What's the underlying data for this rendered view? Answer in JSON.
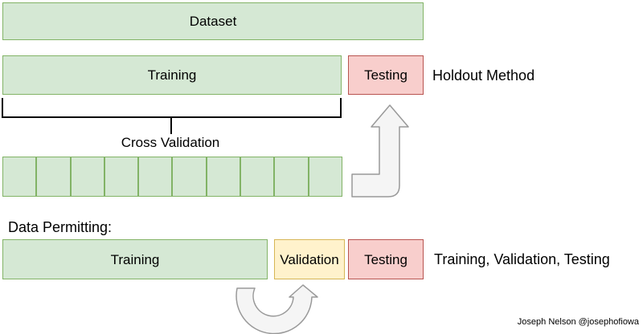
{
  "colors": {
    "green_fill": "#d5e8d4",
    "green_border": "#82b366",
    "pink_fill": "#f8cecc",
    "pink_border": "#b85450",
    "yellow_fill": "#fff2cc",
    "yellow_border": "#d6b656",
    "arrow_fill": "#f5f5f5",
    "arrow_stroke": "#999999",
    "bracket": "#000000"
  },
  "diagram": {
    "dataset": {
      "label": "Dataset"
    },
    "holdout": {
      "training_label": "Training",
      "testing_label": "Testing",
      "method_label": "Holdout Method"
    },
    "cross_validation": {
      "label": "Cross Validation",
      "folds": 10
    },
    "data_permitting": {
      "heading": "Data Permitting:",
      "training_label": "Training",
      "validation_label": "Validation",
      "testing_label": "Testing",
      "method_label": "Training, Validation, Testing"
    },
    "attribution": "Joseph Nelson @josephofiowa"
  }
}
